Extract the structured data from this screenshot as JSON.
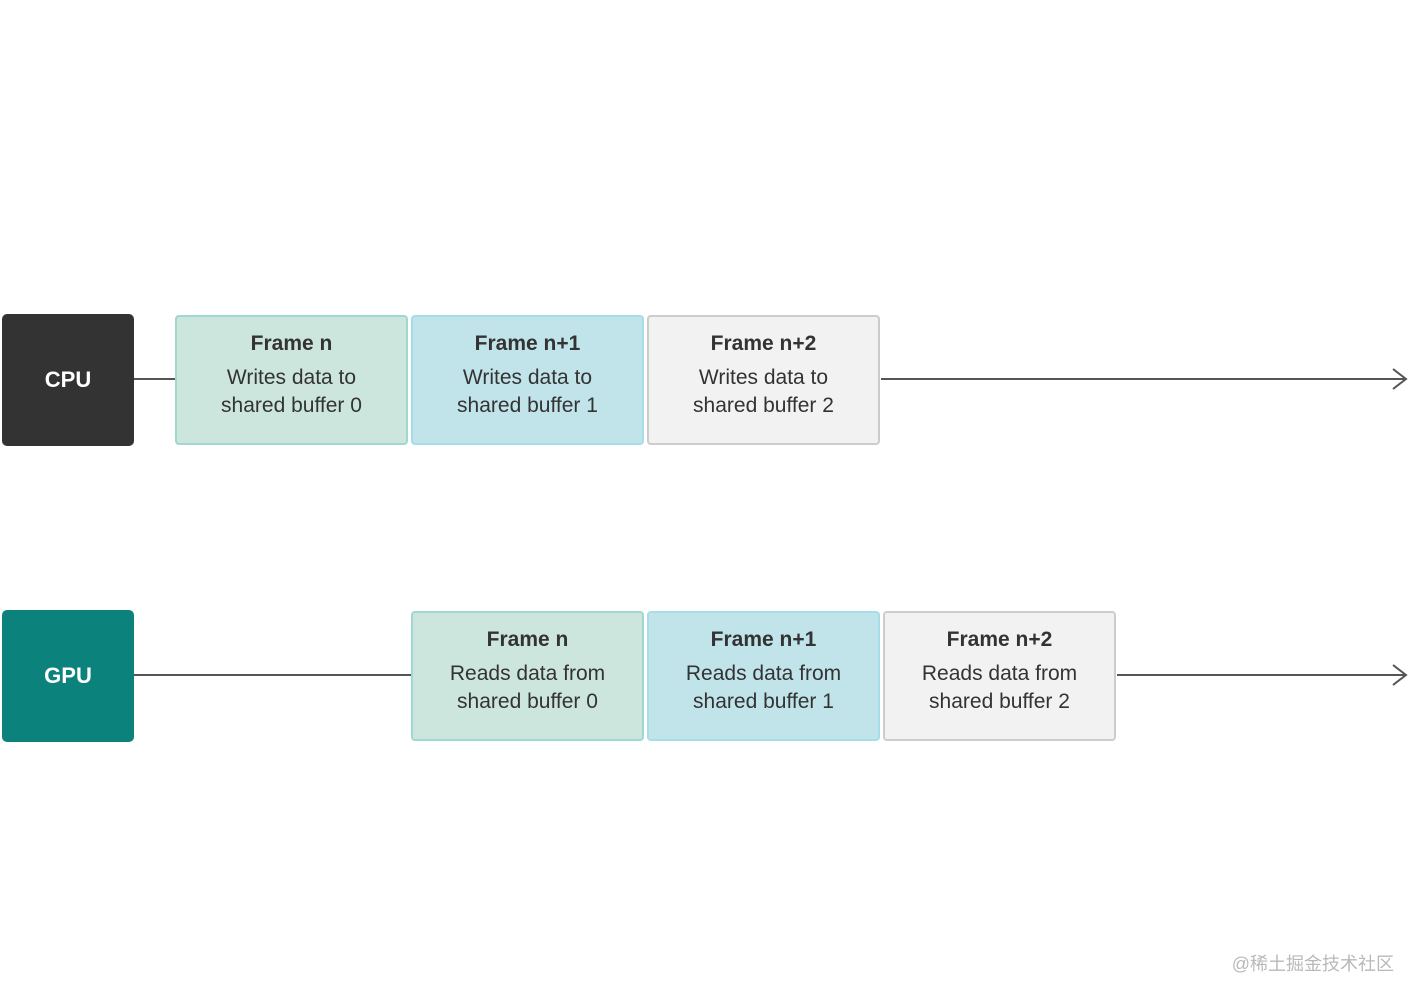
{
  "cpu": {
    "label": "CPU",
    "color": "#333333",
    "frames": [
      {
        "title": "Frame n",
        "line1": "Writes data to",
        "line2": "shared buffer 0"
      },
      {
        "title": "Frame n+1",
        "line1": "Writes data to",
        "line2": "shared buffer 1"
      },
      {
        "title": "Frame n+2",
        "line1": "Writes data to",
        "line2": "shared buffer 2"
      }
    ]
  },
  "gpu": {
    "label": "GPU",
    "color": "#0b827c",
    "frames": [
      {
        "title": "Frame n",
        "line1": "Reads data from",
        "line2": "shared buffer 0"
      },
      {
        "title": "Frame n+1",
        "line1": "Reads data from",
        "line2": "shared buffer 1"
      },
      {
        "title": "Frame n+2",
        "line1": "Reads data from",
        "line2": "shared buffer 2"
      }
    ]
  },
  "frame_colors": [
    "#cce6dd",
    "#c0e4ea",
    "#f2f2f2"
  ],
  "watermark": "@稀土掘金技术社区"
}
